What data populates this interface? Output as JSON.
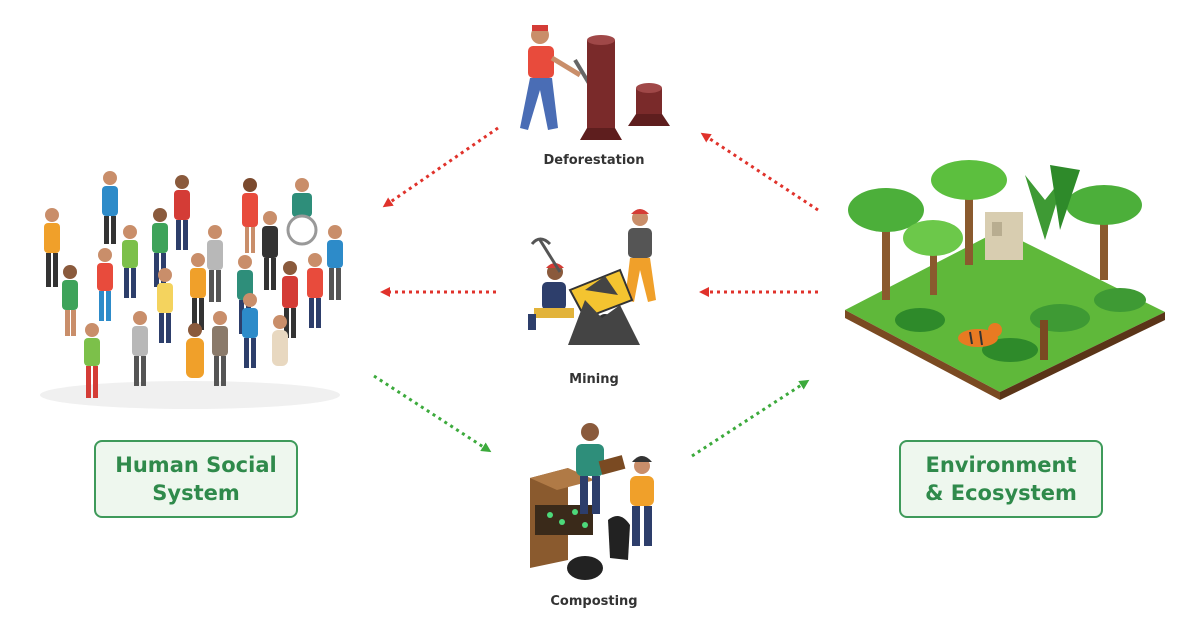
{
  "nodes": {
    "deforestation": {
      "label": "Deforestation"
    },
    "mining": {
      "label": "Mining"
    },
    "composting": {
      "label": "Composting"
    },
    "human": {
      "line1": "Human Social",
      "line2": "System"
    },
    "environment": {
      "line1": "Environment",
      "line2": "& Ecosystem"
    }
  },
  "colors": {
    "negative_arrow": "#e0322b",
    "positive_arrow": "#3caa3c",
    "box_border": "#3e9a5a",
    "box_text": "#2f8a4b",
    "box_fill": "#eef7ee"
  },
  "icons": [
    "people-crowd-icon",
    "lumberjack-icon",
    "tree-stump-icon",
    "miners-icon",
    "wheelbarrow-icon",
    "composting-people-icon",
    "compost-bin-icon",
    "forest-ecosystem-icon",
    "tiger-icon"
  ]
}
